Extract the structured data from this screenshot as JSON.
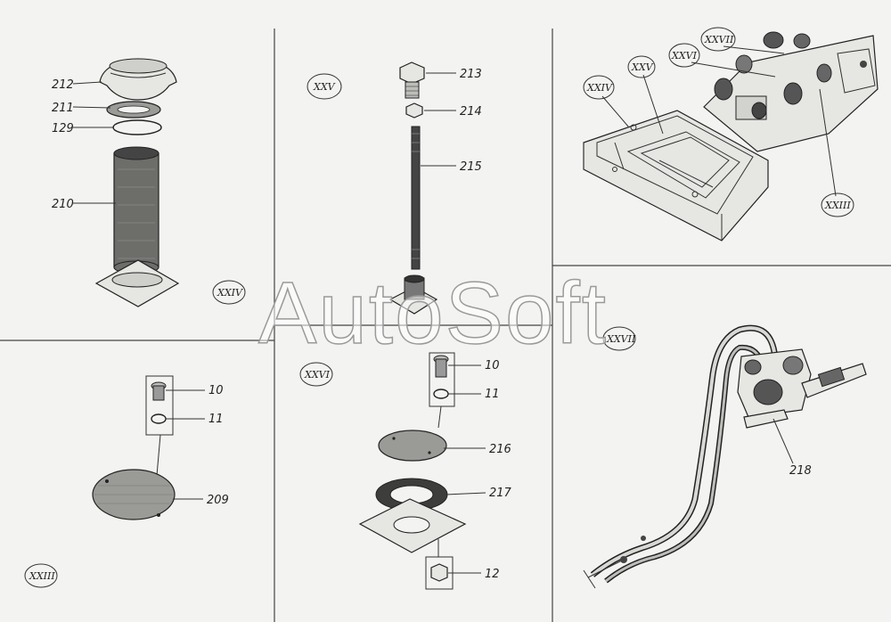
{
  "watermark": "AutoSoft",
  "panels": {
    "XXIV": {
      "badge": "XXIV",
      "callouts": [
        "212",
        "211",
        "129",
        "210"
      ]
    },
    "XXV": {
      "badge": "XXV",
      "callouts": [
        "213",
        "214",
        "215"
      ]
    },
    "assembly": {
      "badges": [
        "XXIV",
        "XXV",
        "XXVI",
        "XXVII",
        "XXIII"
      ]
    },
    "XXIII": {
      "badge": "XXIII",
      "callouts": [
        "10",
        "11",
        "209"
      ]
    },
    "XXVI": {
      "badge": "XXVI",
      "callouts": [
        "10",
        "11",
        "216",
        "217",
        "12"
      ]
    },
    "XXVII": {
      "badge": "XXVII",
      "callouts": [
        "218"
      ]
    }
  }
}
